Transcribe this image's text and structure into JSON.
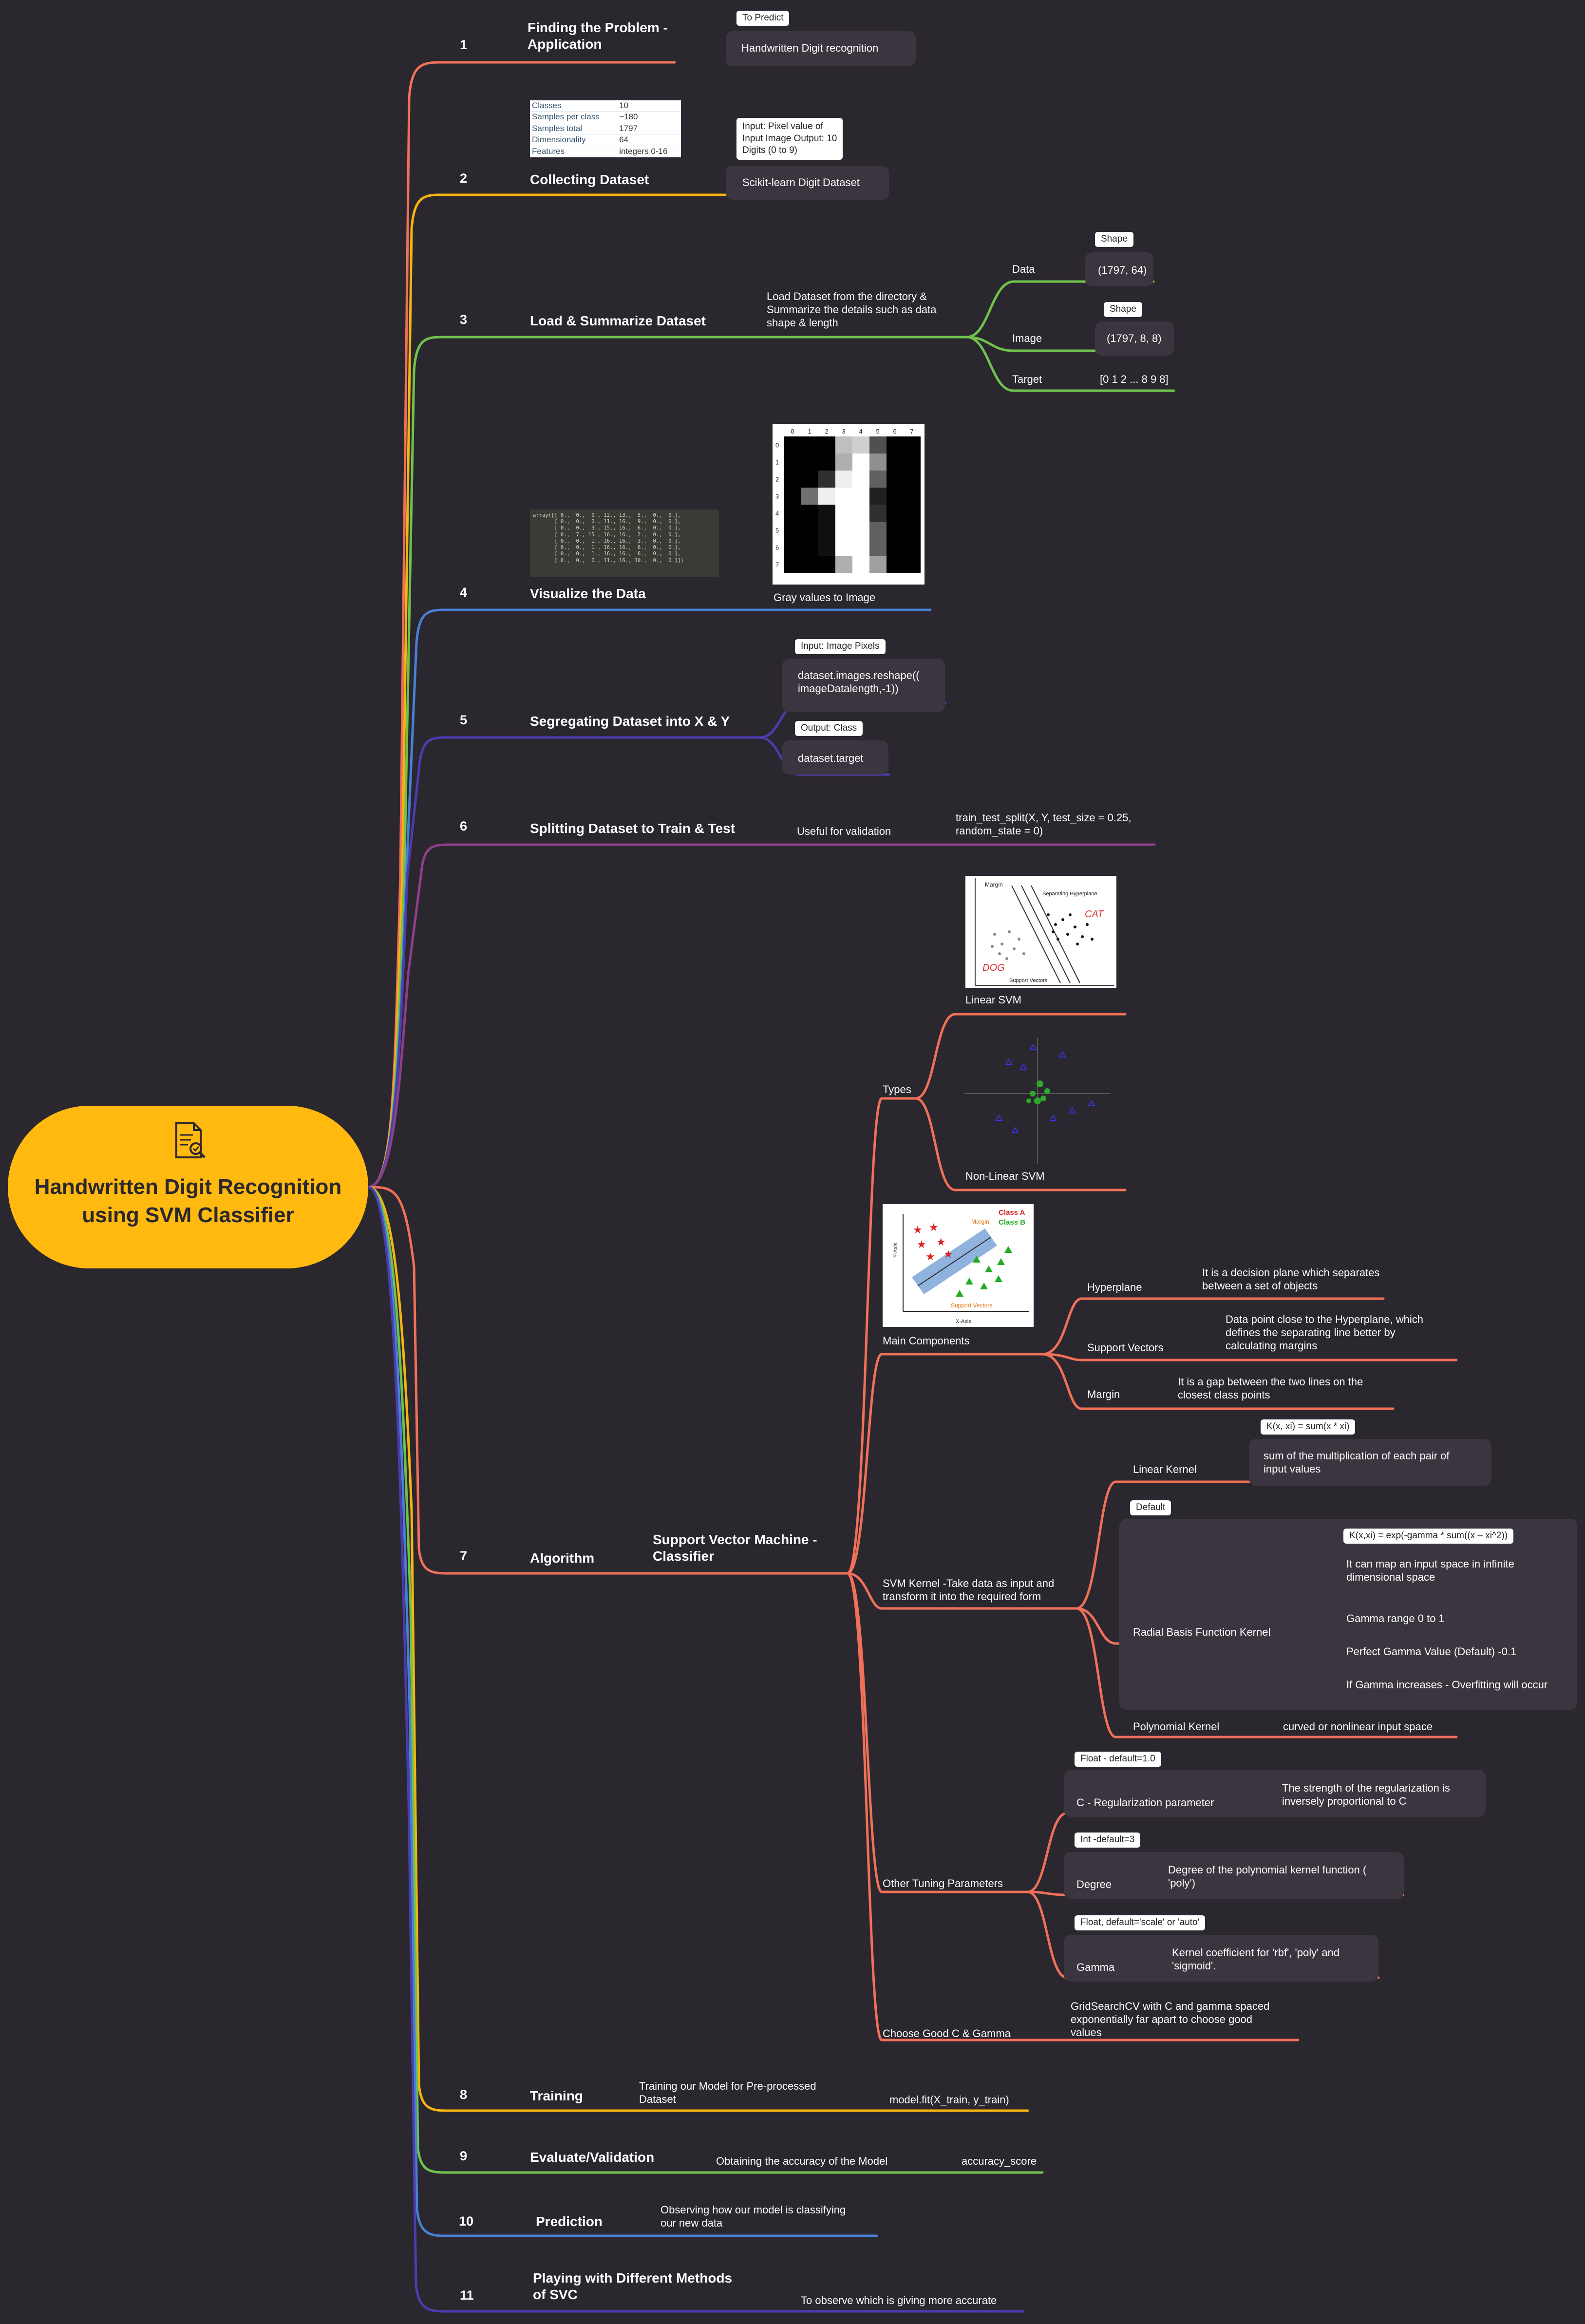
{
  "central": {
    "title": "Handwritten Digit\nRecognition using\nSVM Classifier",
    "icon": "document-check-icon"
  },
  "colors": {
    "background": "#2b272e",
    "central": "#ffb90f",
    "orange": "#f0705a",
    "yellow": "#f5b40f",
    "green": "#6fc34c",
    "blue": "#4a7fd4",
    "indigo": "#4b3db0",
    "purple": "#8e3f8a"
  },
  "steps": [
    {
      "num": "1",
      "title": "Finding the Problem -\nApplication"
    },
    {
      "num": "2",
      "title": "Collecting Dataset"
    },
    {
      "num": "3",
      "title": "Load & Summarize Dataset"
    },
    {
      "num": "4",
      "title": "Visualize the Data"
    },
    {
      "num": "5",
      "title": "Segregating Dataset into X & Y"
    },
    {
      "num": "6",
      "title": "Splitting Dataset to Train & Test"
    },
    {
      "num": "7",
      "title": "Algorithm"
    },
    {
      "num": "8",
      "title": "Training"
    },
    {
      "num": "9",
      "title": "Evaluate/Validation"
    },
    {
      "num": "10",
      "title": "Prediction"
    },
    {
      "num": "11",
      "title": "Playing with Different Methods\nof SVC"
    }
  ],
  "s1": {
    "label": "To Predict",
    "value": "Handwritten Digit recognition"
  },
  "s2": {
    "table": [
      [
        "Classes",
        "10"
      ],
      [
        "Samples per class",
        "~180"
      ],
      [
        "Samples total",
        "1797"
      ],
      [
        "Dimensionality",
        "64"
      ],
      [
        "Features",
        "integers 0-16"
      ]
    ],
    "note": "Input: Pixel value of\nInput Image Output: 10\nDigits (0 to 9)",
    "value": "Scikit-learn Digit Dataset"
  },
  "s3": {
    "desc": "Load Dataset from the directory &\nSummarize the details such as  data\nshape & length",
    "data": {
      "name": "Data",
      "label": "Shape",
      "value": "(1797, 64)"
    },
    "image": {
      "name": "Image",
      "label": "Shape",
      "value": "(1797, 8, 8)"
    },
    "target": {
      "name": "Target",
      "value": "[0 1 2 ... 8 9 8]"
    }
  },
  "s4": {
    "code": "array([[ 0.,  0.,  0., 12., 13.,  5.,  0.,  0.],\n       [ 0.,  0.,  0., 11., 16.,  9.,  0.,  0.],\n       [ 0.,  0.,  3., 15., 16.,  6.,  0.,  0.],\n       [ 0.,  7., 15., 16., 16.,  2.,  0.,  0.],\n       [ 0.,  0.,  1., 16., 16.,  3.,  0.,  0.],\n       [ 0.,  0.,  1., 16., 16.,  6.,  0.,  0.],\n       [ 0.,  0.,  1., 16., 16.,  6.,  0.,  0.],\n       [ 0.,  0.,  0., 11., 16., 10.,  0.,  0.]])",
    "pixels": [
      [
        0,
        0,
        0,
        12,
        13,
        5,
        0,
        0
      ],
      [
        0,
        0,
        0,
        11,
        16,
        9,
        0,
        0
      ],
      [
        0,
        0,
        3,
        15,
        16,
        6,
        0,
        0
      ],
      [
        0,
        7,
        15,
        16,
        16,
        2,
        0,
        0
      ],
      [
        0,
        0,
        1,
        16,
        16,
        3,
        0,
        0
      ],
      [
        0,
        0,
        1,
        16,
        16,
        6,
        0,
        0
      ],
      [
        0,
        0,
        1,
        16,
        16,
        6,
        0,
        0
      ],
      [
        0,
        0,
        0,
        11,
        16,
        10,
        0,
        0
      ]
    ],
    "axis_ticks": [
      "0",
      "1",
      "2",
      "3",
      "4",
      "5",
      "6",
      "7"
    ],
    "caption": "Gray values to Image"
  },
  "s5": {
    "input_label": "Input: Image Pixels",
    "input_value": "dataset.images.reshape((\nimageDatalength,-1))",
    "output_label": "Output: Class",
    "output_value": "dataset.target"
  },
  "s6": {
    "desc": "Useful for validation",
    "code": "train_test_split(X, Y, test_size = 0.25,\nrandom_state = 0)"
  },
  "s7": {
    "title": "Support Vector Machine -\nClassifier",
    "types": {
      "name": "Types",
      "linear": "Linear SVM",
      "nonlinear": "Non-Linear SVM",
      "linear_fig": {
        "margin": "Margin",
        "hyperplane": "Separating\nHyperplane",
        "cat": "CAT",
        "dog": "DOG",
        "sv": "Support Vectors"
      }
    },
    "main": {
      "name": "Main Components",
      "fig": {
        "class_a": "Class A",
        "class_b": "Class B",
        "margin": "Margin",
        "sv": "Support Vectors",
        "xaxis": "X-Axis",
        "yaxis": "Y-Axis"
      },
      "hyperplane": {
        "name": "Hyperplane",
        "desc": "It is a decision plane which separates\nbetween a set of objects"
      },
      "sv": {
        "name": "Support Vectors",
        "desc": "Data point close to the Hyperplane, which\ndefines the separating line better by\ncalculating margins"
      },
      "margin": {
        "name": "Margin",
        "desc": "It is a gap between the two lines on the\nclosest class points"
      }
    },
    "kernel": {
      "name": "SVM Kernel -Take data as input and\ntransform it into the required form",
      "linear": {
        "name": "Linear Kernel",
        "label": "K(x, xi) = sum(x * xi)",
        "desc": "sum of the multiplication of each pair of\ninput values"
      },
      "default_label": "Default",
      "rbf": {
        "name": "Radial Basis Function Kernel",
        "label": "K(x,xi) = exp(-gamma * sum((x – xi^2))",
        "desc": "It can map an input space in infinite\ndimensional space",
        "range": "Gamma range 0 to 1",
        "perfect": "Perfect Gamma Value (Default) -0.1",
        "overfit": "If Gamma increases - Overfitting will occur"
      },
      "poly": {
        "name": "Polynomial Kernel",
        "desc": "curved or nonlinear input space"
      }
    },
    "tuning": {
      "name": "Other Tuning Parameters",
      "c": {
        "label": "Float - default=1.0",
        "name": "C - Regularization parameter",
        "desc": "The strength of the regularization is\ninversely proportional to C"
      },
      "degree": {
        "label": "Int -default=3",
        "name": "Degree",
        "desc": "Degree of the polynomial kernel function (\n'poly')"
      },
      "gamma": {
        "label": "Float, default='scale' or 'auto'",
        "name": "Gamma",
        "desc": "Kernel coefficient for 'rbf', 'poly' and\n'sigmoid'."
      }
    },
    "choose": {
      "name": "Choose Good C & Gamma",
      "desc": "GridSearchCV with C and gamma spaced\nexponentially far apart to choose good\nvalues"
    }
  },
  "s8": {
    "desc": "Training our Model for Pre-processed\nDataset",
    "code": "model.fit(X_train, y_train)"
  },
  "s9": {
    "desc": "Obtaining the accuracy of the Model",
    "code": "accuracy_score"
  },
  "s10": {
    "desc": "Observing how our model is classifying\nour new data"
  },
  "s11": {
    "desc": "To observe which is giving more accurate"
  }
}
